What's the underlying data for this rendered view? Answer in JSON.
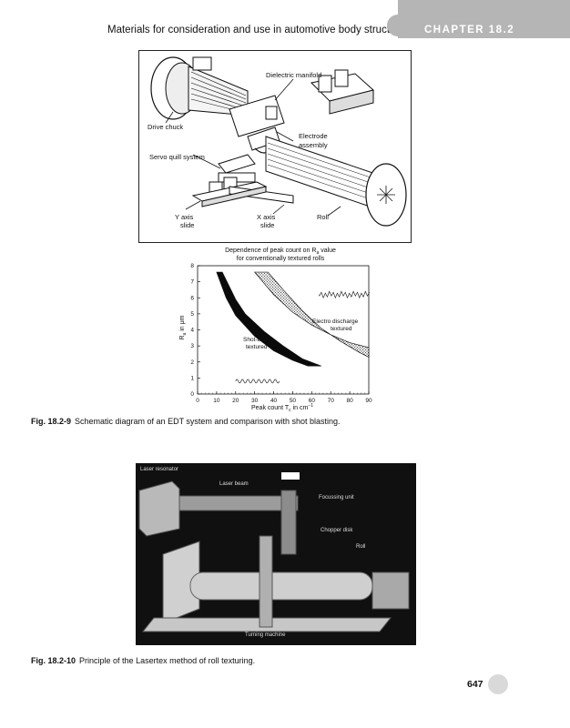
{
  "header": {
    "title": "Materials for consideration and use in automotive body structures",
    "chapter": "CHAPTER 18.2"
  },
  "figure_1": {
    "labels": {
      "dielectric_manifold": "Dielectric manifold",
      "drive_chuck": "Drive chuck",
      "electrode_assembly_1": "Electrode",
      "electrode_assembly_2": "assembly",
      "servo_quill": "Servo quill system",
      "y_axis_1": "Y axis",
      "y_axis_2": "slide",
      "x_axis_1": "X axis",
      "x_axis_2": "slide",
      "roll": "Roll"
    }
  },
  "chart": {
    "title_line1": "Dependence of peak count on R",
    "title_sub": "a",
    "title_line1_end": " value",
    "title_line2": "for conventionally textured rolls",
    "ylabel": "R",
    "ylabel_sub": "a",
    "ylabel_end": " in μm",
    "xlabel": "Peak count T",
    "xlabel_sub": "c",
    "xlabel_end": " in cm",
    "xlabel_sup": "−1",
    "annotation_edt_1": "Electro discharge",
    "annotation_edt_2": "textured",
    "annotation_shot_1": "Shot-blast",
    "annotation_shot_2": "textured"
  },
  "chart_data": {
    "type": "area",
    "x_ticks": [
      0,
      10,
      20,
      30,
      40,
      50,
      60,
      70,
      80,
      90
    ],
    "y_ticks": [
      0,
      1,
      2,
      3,
      4,
      5,
      6,
      7,
      8
    ],
    "xlim": [
      0,
      90
    ],
    "ylim": [
      0,
      8
    ],
    "grid": false,
    "series": [
      {
        "name": "Shot-blast textured",
        "style": "solid black band",
        "upper": [
          [
            10,
            7.6
          ],
          [
            15,
            6.0
          ],
          [
            20,
            4.9
          ],
          [
            30,
            3.6
          ],
          [
            40,
            2.7
          ],
          [
            50,
            2.1
          ],
          [
            58,
            1.75
          ]
        ],
        "lower": [
          [
            13,
            7.6
          ],
          [
            20,
            5.9
          ],
          [
            25,
            5.0
          ],
          [
            35,
            3.9
          ],
          [
            45,
            3.0
          ],
          [
            55,
            2.2
          ],
          [
            65,
            1.75
          ]
        ]
      },
      {
        "name": "Electro discharge textured",
        "style": "stippled band",
        "upper": [
          [
            30,
            7.6
          ],
          [
            40,
            6.2
          ],
          [
            50,
            5.1
          ],
          [
            60,
            4.3
          ],
          [
            70,
            3.7
          ],
          [
            80,
            3.2
          ],
          [
            90,
            2.9
          ]
        ],
        "lower": [
          [
            37,
            7.6
          ],
          [
            45,
            6.5
          ],
          [
            55,
            5.2
          ],
          [
            65,
            4.1
          ],
          [
            75,
            3.3
          ],
          [
            85,
            2.6
          ],
          [
            90,
            2.3
          ]
        ]
      }
    ]
  },
  "captions": {
    "fig1_num": "Fig. 18.2-9",
    "fig1_text": "Schematic diagram of an EDT system and comparison with shot blasting.",
    "fig2_num": "Fig. 18.2-10",
    "fig2_text": "Principle of the Lasertex method of roll texturing."
  },
  "figure_2": {
    "labels": {
      "laser_resonator": "Laser resonator",
      "laser_beam": "Laser beam",
      "focussing_unit": "Focussing unit",
      "chopper_disk": "Chopper disk",
      "roll": "Roll",
      "turning_machine": "Turning machine"
    }
  },
  "page_number": "647"
}
